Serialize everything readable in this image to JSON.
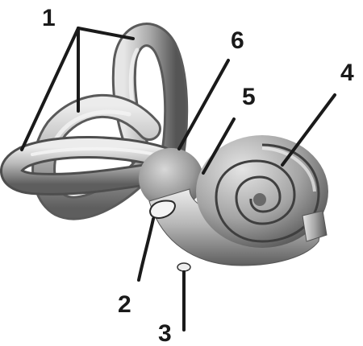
{
  "labels": {
    "l1": "1",
    "l2": "2",
    "l3": "3",
    "l4": "4",
    "l5": "5",
    "l6": "6"
  },
  "colors": {
    "tube_dark": "#555555",
    "tube_mid": "#9a9a9a",
    "tube_light": "#e8e8e8",
    "lines": "#1a1a1a"
  }
}
